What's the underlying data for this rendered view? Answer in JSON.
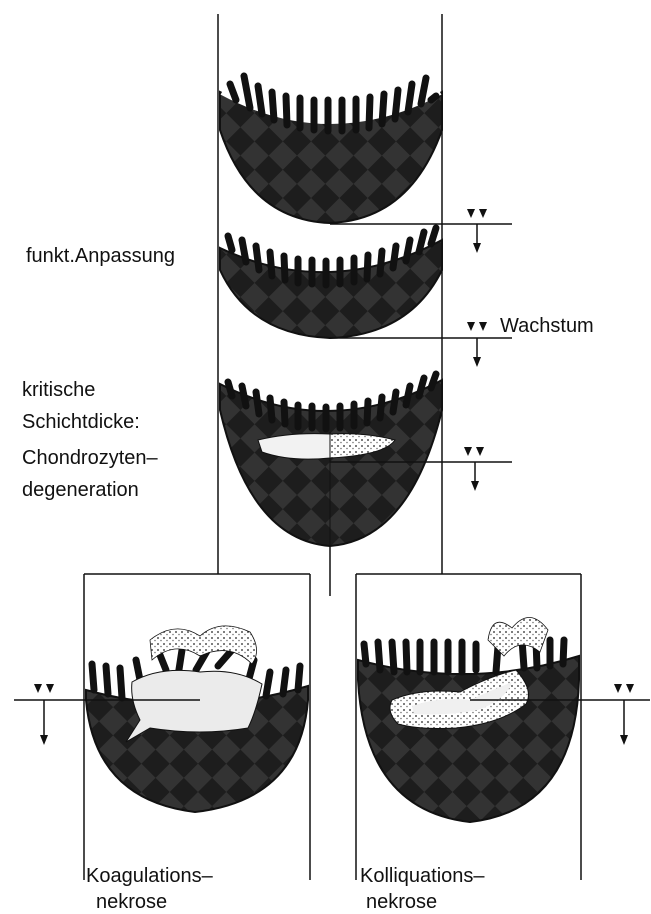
{
  "labels": {
    "funkt_anpassung": "funkt.Anpassung",
    "wachstum": "Wachstum",
    "kritische": "kritische",
    "schichtdicke": "Schichtdicke:",
    "chondrozyten": "Chondrozyten–",
    "degeneration": "degeneration",
    "koagulation_1": "Koagulations–",
    "koagulation_2": "nekrose",
    "kolliquation_1": "Kolliquations–",
    "kolliquation_2": "nekrose"
  },
  "colors": {
    "ink": "#111111",
    "cartilage_dark": "#1d1d1d",
    "cartilage_pattern": "#3a3a3a",
    "lesion_light": "#e8e8e8",
    "background": "#ffffff"
  },
  "icons": [
    "double-arrowhead-icon",
    "down-arrow-icon"
  ]
}
